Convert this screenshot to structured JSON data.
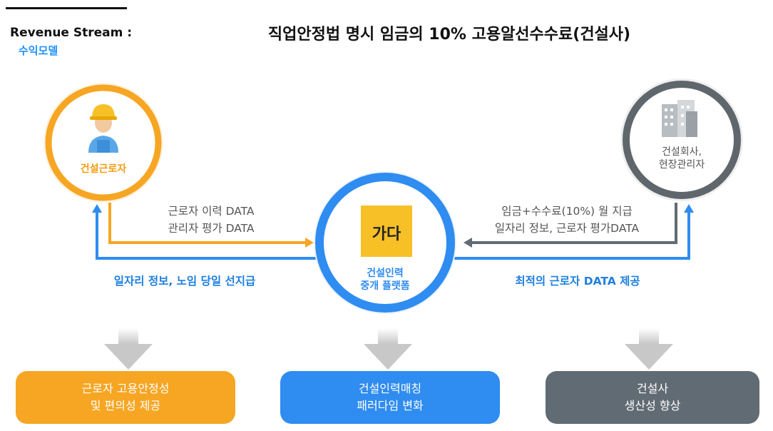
{
  "header": {
    "revenue_title": "Revenue Stream :",
    "revenue_sub": "수익모델",
    "main_title": "직업안정법 명시 임금의 10% 고용알선수수료(건설사)"
  },
  "nodes": {
    "worker": {
      "label": "건설근로자",
      "color": "#f39c12"
    },
    "platform": {
      "label_line1": "건설인력",
      "label_line2": "중개 플랫폼",
      "logo_text": "가다",
      "color": "#2f8cf0"
    },
    "company": {
      "label_line1": "건설회사,",
      "label_line2": "현장관리자",
      "color": "#5f666c"
    }
  },
  "flows": {
    "worker_to_platform_line1": "근로자 이력 DATA",
    "worker_to_platform_line2": "관리자 평가 DATA",
    "platform_to_worker": "일자리 정보, 노임 당일 선지급",
    "company_to_platform_line1": "임금+수수료(10%) 월 지급",
    "company_to_platform_line2": "일자리 정보, 근로자 평가DATA",
    "platform_to_company": "최적의 근로자 DATA 제공"
  },
  "outcomes": {
    "left_line1": "근로자 고용안정성",
    "left_line2": "및 편의성 제공",
    "center_line1": "건설인력매칭",
    "center_line2": "패러다임 변화",
    "right_line1": "건설사",
    "right_line2": "생산성 향상"
  }
}
